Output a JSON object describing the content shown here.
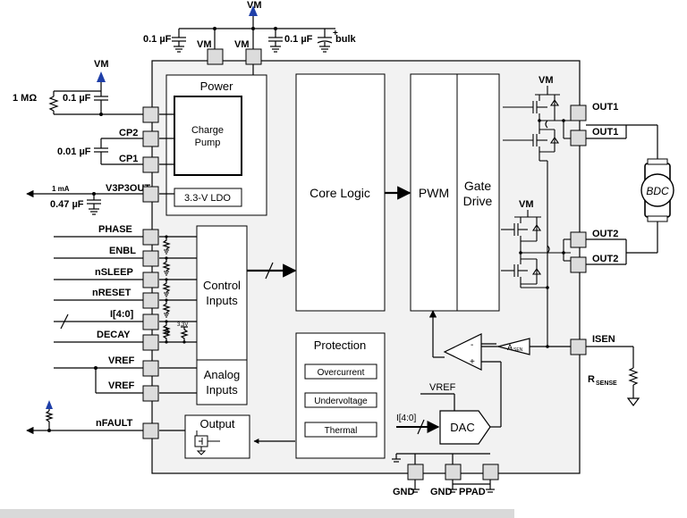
{
  "supply": {
    "vm_top": "VM",
    "vm_pin_1": "VM",
    "vm_pin_2": "VM",
    "cap_left": "0.1 µF",
    "cap_right": "0.1 µF",
    "bulk": "bulk",
    "plus": "+"
  },
  "charge_pump_ext": {
    "vm": "VM",
    "resistor": "1 MΩ",
    "cap": "0.1 µF",
    "cap_cp": "0.01 µF",
    "cp2": "CP2",
    "cp1": "CP1"
  },
  "ldo_ext": {
    "current": "1 mA",
    "pin": "V3P3OUT",
    "cap": "0.47 µF"
  },
  "blocks": {
    "power": "Power",
    "charge_pump_line1": "Charge",
    "charge_pump_line2": "Pump",
    "ldo": "3.3-V LDO",
    "control_line1": "Control",
    "control_line2": "Inputs",
    "analog_line1": "Analog",
    "analog_line2": "Inputs",
    "output": "Output",
    "core_logic": "Core Logic",
    "pwm": "PWM",
    "gate_line1": "Gate",
    "gate_line2": "Drive",
    "protection": "Protection",
    "overcurrent": "Overcurrent",
    "undervoltage": "Undervoltage",
    "thermal": "Thermal",
    "dac": "DAC",
    "dac_vref": "VREF",
    "dac_input": "I[4:0]",
    "asen": "A",
    "asen_sub": "SEN",
    "comp_minus": "-",
    "comp_plus": "+",
    "v33": "3.3V"
  },
  "inputs": {
    "phase": "PHASE",
    "enbl": "ENBL",
    "nsleep": "nSLEEP",
    "nreset": "nRESET",
    "i": "I[4:0]",
    "decay": "DECAY",
    "vref1": "VREF",
    "vref2": "VREF",
    "nfault": "nFAULT"
  },
  "outputs": {
    "vm1": "VM",
    "vm2": "VM",
    "out1a": "OUT1",
    "out1b": "OUT1",
    "out2a": "OUT2",
    "out2b": "OUT2",
    "motor": "BDC",
    "isen": "ISEN",
    "rsense": "R",
    "rsense_sub": "SENSE"
  },
  "ground": {
    "gnd1": "GND",
    "gnd2": "GND",
    "ppad": "PPAD"
  },
  "colors": {
    "vm_arrow": "#1f3fa8",
    "chip_fill": "#f2f2f2",
    "pin_fill": "#dcdcdc"
  }
}
